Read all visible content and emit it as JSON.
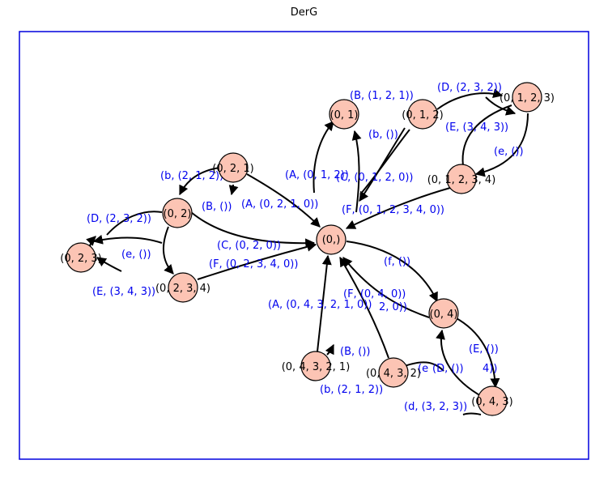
{
  "title": "DerG",
  "colors": {
    "node_fill": "#fcc4b4",
    "frame": "#0000dd",
    "edge_label": "#0000ee",
    "edge": "#000000"
  },
  "nodes": {
    "n0": "(0,)",
    "n01": "(0, 1)",
    "n012": "(0, 1, 2)",
    "n0123": "(0, 1, 2, 3)",
    "n01234": "(0, 1, 2, 3, 4)",
    "n021": "(0, 2, 1)",
    "n02": "(0, 2)",
    "n023": "(0, 2, 3)",
    "n0234": "(0, 2, 3, 4)",
    "n04": "(0, 4)",
    "n043": "(0, 4, 3)",
    "n0432": "(0, 4, 3, 2)",
    "n04321": "(0, 4, 3, 2, 1)"
  },
  "edge_labels": {
    "B_121": "(B, (1, 2, 1))",
    "D_232_top": "(D, (2, 3, 2))",
    "E_343_top": "(E, (3, 4, 3))",
    "e_top": "(e, ())",
    "b_top": "(b, ())",
    "A_01": "(A, (0, 1, 2))",
    "C_0120": "(C, (0, 1, 2, 0))",
    "F_01234": "(F, (0, 1, 2, 3, 4, 0))",
    "b_212": "(b, (2, 1, 2))",
    "B_left": "(B, ())",
    "A_0210": "(A, (0, 2, 1, 0))",
    "D_232_left": "(D, (2, 3, 2))",
    "e_left": "(e, ())",
    "C_020": "(C, (0, 2, 0))",
    "F_02340": "(F, (0, 2, 3, 4, 0))",
    "E_343_left": "(E, (3, 4, 3))",
    "f_right": "(f, ())",
    "F_040": "(F, (0, 4, 0))",
    "x_20": "2, 0))",
    "A_043210": "(A, (0, 4, 3, 2, 1, 0))",
    "E_right": "(E, ())",
    "B_bottom": "(B, ())",
    "e_bottom": "(e",
    "D_bottom": "(D, ())",
    "x_4": "4))",
    "b_212_bottom": "(b, (2, 1, 2))",
    "d_323": "(d, (3, 2, 3))"
  }
}
